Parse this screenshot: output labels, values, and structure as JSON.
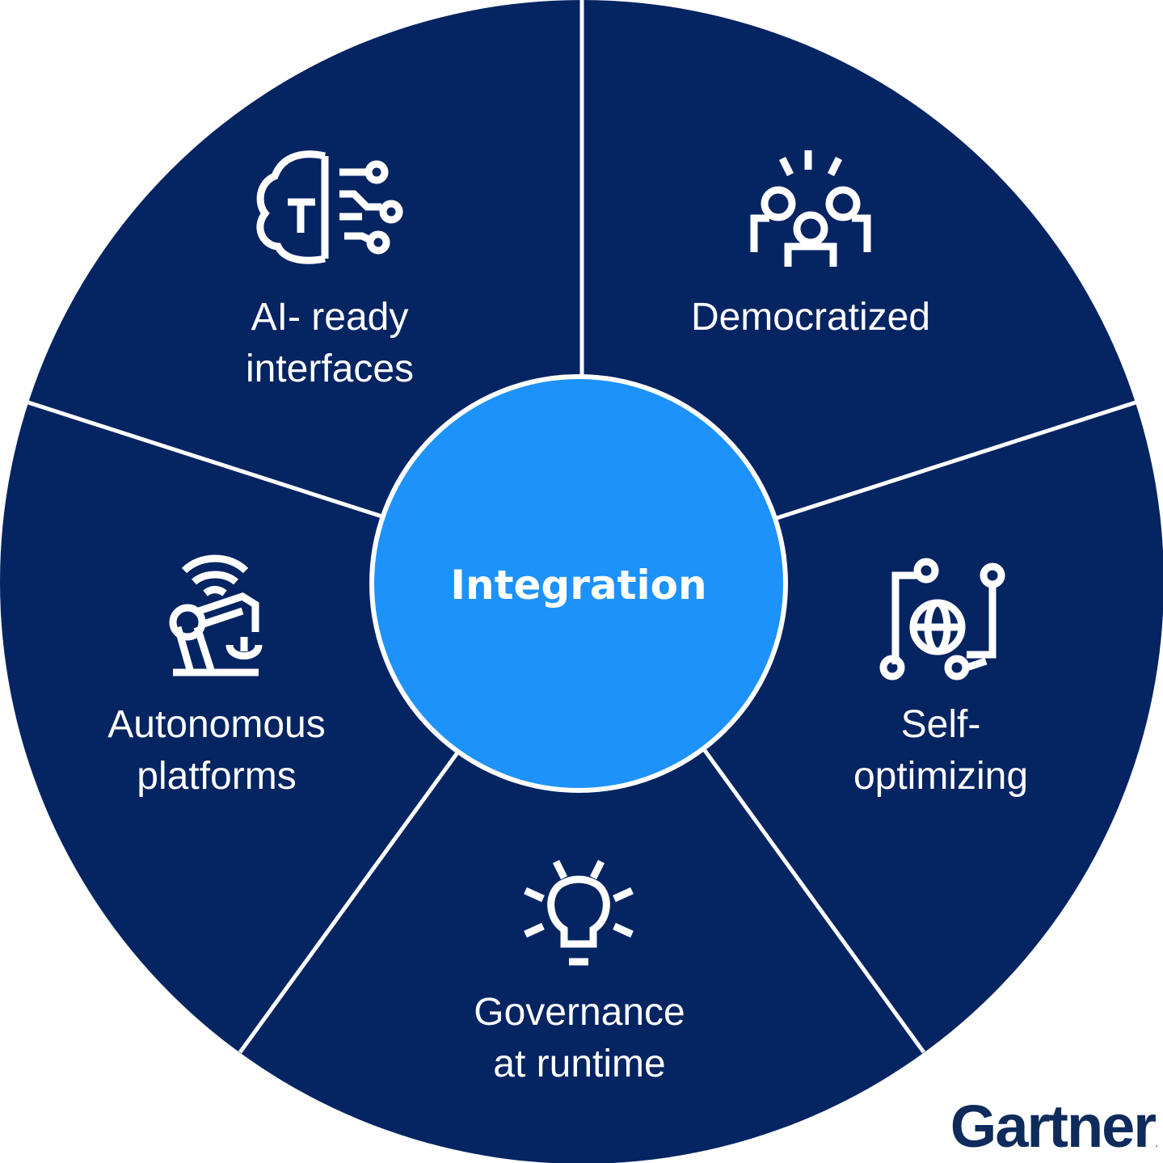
{
  "colors": {
    "segment": "#052462",
    "hub": "#1d92fa",
    "divider": "#ffffff",
    "brand": "#0e2b5c"
  },
  "center": {
    "label": "Integration"
  },
  "segments": [
    {
      "lines": [
        "AI- ready",
        "interfaces"
      ],
      "icon": "brain-circuit-icon"
    },
    {
      "lines": [
        "Democratized"
      ],
      "icon": "people-group-icon"
    },
    {
      "lines": [
        "Self-",
        "optimizing"
      ],
      "icon": "globe-network-icon"
    },
    {
      "lines": [
        "Governance",
        "at runtime"
      ],
      "icon": "lightbulb-icon"
    },
    {
      "lines": [
        "Autonomous",
        "platforms"
      ],
      "icon": "robot-arm-icon"
    }
  ],
  "brand": {
    "name": "Gartner",
    "mark": "."
  }
}
